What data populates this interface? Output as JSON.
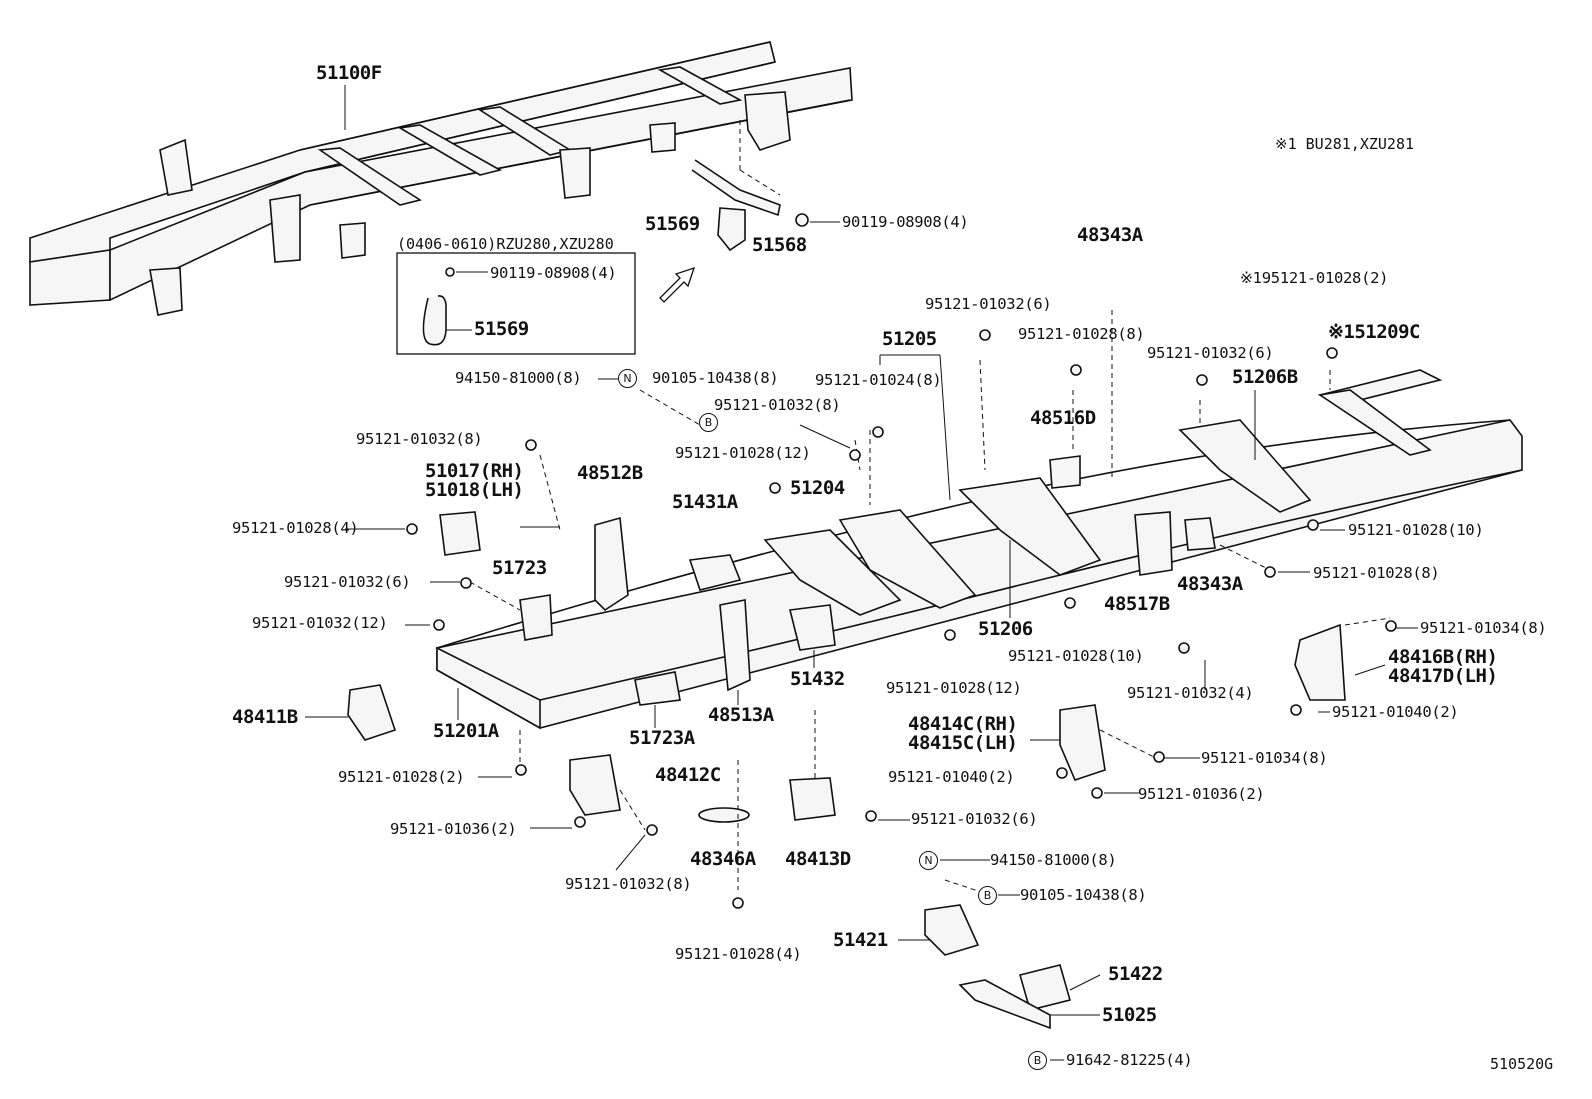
{
  "labels": {
    "p51100F": "51100F",
    "note1": "※1  BU281,XZU281",
    "inset_header": "(0406-0610)RZU280,XZU280",
    "inset_bolt": "90119-08908(4)",
    "inset_part": "51569",
    "p51569": "51569",
    "p51568": "51568",
    "b90119": "90119-08908(4)",
    "p48343A_top": "48343A",
    "b95121_01032_6_a": "95121-01032(6)",
    "b95121_01028_2_n1": "※195121-01028(2)",
    "p51205": "51205",
    "b95121_01028_8_a": "95121-01028(8)",
    "b95121_01032_6_b": "95121-01032(6)",
    "p51209C": "※151209C",
    "b94150_a": "94150-81000(8)",
    "b90105_a": "90105-10438(8)",
    "b95121_01024_8": "95121-01024(8)",
    "b95121_01032_8_a": "95121-01032(8)",
    "p51206B": "51206B",
    "b95121_01032_8_b": "95121-01032(8)",
    "p48516D": "48516D",
    "b95121_01028_12_a": "95121-01028(12)",
    "p51017": "51017(RH)",
    "p51018": "51018(LH)",
    "p48512B": "48512B",
    "p51431A": "51431A",
    "p51204": "51204",
    "b95121_01028_4_a": "95121-01028(4)",
    "b95121_01028_10_a": "95121-01028(10)",
    "b95121_01032_6_c": "95121-01032(6)",
    "p51723": "51723",
    "p48343A_mid": "48343A",
    "b95121_01028_8_b": "95121-01028(8)",
    "b95121_01032_12": "95121-01032(12)",
    "p48517B": "48517B",
    "p51206": "51206",
    "b95121_01034_8_a": "95121-01034(8)",
    "b95121_01028_10_b": "95121-01028(10)",
    "p48416B": "48416B(RH)",
    "p48417D": "48417D(LH)",
    "p51432": "51432",
    "b95121_01028_12_b": "95121-01028(12)",
    "b95121_01032_4": "95121-01032(4)",
    "p48411B": "48411B",
    "p51201A": "51201A",
    "p51723A": "51723A",
    "p48513A": "48513A",
    "b95121_01040_2_a": "95121-01040(2)",
    "p48414C": "48414C(RH)",
    "p48415C": "48415C(LH)",
    "b95121_01034_8_b": "95121-01034(8)",
    "b95121_01028_2": "95121-01028(2)",
    "p48412C": "48412C",
    "b95121_01040_2_b": "95121-01040(2)",
    "b95121_01036_2_a": "95121-01036(2)",
    "b95121_01036_2_b": "95121-01036(2)",
    "b95121_01032_6_d": "95121-01032(6)",
    "p48346A": "48346A",
    "p48413D": "48413D",
    "b95121_01032_8_c": "95121-01032(8)",
    "b94150_b": "94150-81000(8)",
    "b90105_b": "90105-10438(8)",
    "b95121_01028_4_b": "95121-01028(4)",
    "p51421": "51421",
    "p51422": "51422",
    "p51025": "51025",
    "b91642": "91642-81225(4)",
    "figure_code": "510520G"
  },
  "symbols": {
    "n": "N",
    "b": "B"
  }
}
